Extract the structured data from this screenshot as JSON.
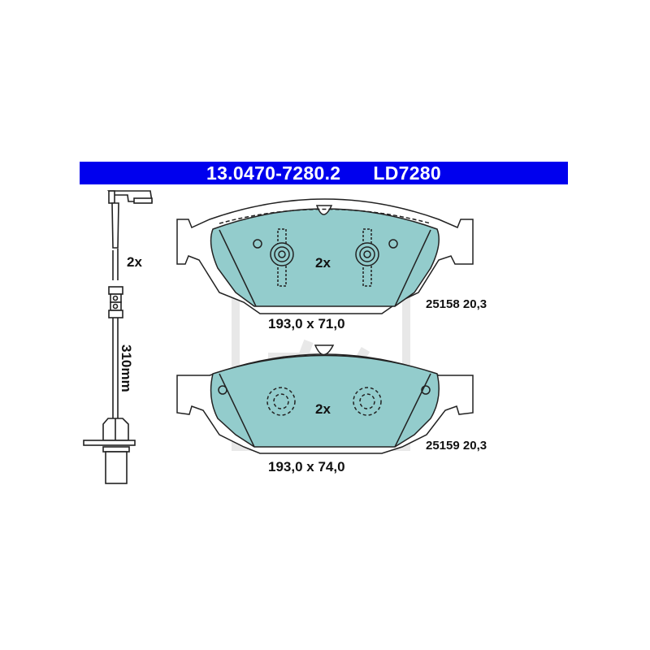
{
  "header": {
    "part_number": "13.0470-7280.2",
    "ld_code": "LD7280",
    "color": "#0000ee"
  },
  "sensor": {
    "quantity": "2x",
    "length": "310mm"
  },
  "pads": [
    {
      "quantity": "2x",
      "dimensions": "193,0 x 71,0",
      "wva_thickness": "25158 20,3"
    },
    {
      "quantity": "2x",
      "dimensions": "193,0 x 74,0",
      "wva_thickness": "25159 20,3"
    }
  ],
  "colors": {
    "pad_fill": "#93cccc",
    "outline": "#222222",
    "watermark": "#e6e6e6"
  },
  "watermark": "ATE"
}
